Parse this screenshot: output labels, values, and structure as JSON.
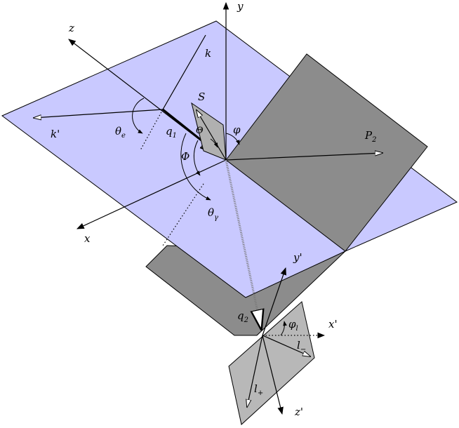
{
  "colors": {
    "scattering_plane": "#c9c9ff",
    "reaction_plane": "#8c8c8c",
    "spin_plane": "#b0b0b0",
    "decay_plane": "#b8b8b8",
    "line": "#000000",
    "background": "#ffffff"
  },
  "labels": {
    "y": "y",
    "z": "z",
    "x": "x",
    "k": "k",
    "k_prime": "k'",
    "S": "S",
    "theta_e": "θ",
    "theta_e_sub": "e",
    "q1": "q",
    "q1_sub": "1",
    "Theta": "Θ",
    "varphi": "φ",
    "Phi": "Φ",
    "P2": "P",
    "P2_sub": "2",
    "theta_gamma": "θ",
    "theta_gamma_sub": "γ",
    "y_prime": "y'",
    "x_prime": "x'",
    "z_prime": "z'",
    "q2": "q",
    "q2_sub": "2",
    "varphi_l": "φ",
    "varphi_l_sub": "l",
    "l_minus": "l",
    "l_minus_sub": "−",
    "l_plus": "l",
    "l_plus_sub": "+"
  }
}
